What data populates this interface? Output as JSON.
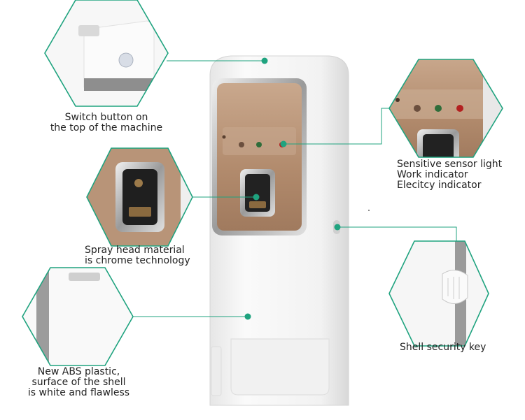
{
  "colors": {
    "accent": "#1fa37f",
    "device_body": "#f4f4f4",
    "window_tint": "#b08868",
    "chrome": "#c9c9c9"
  },
  "callouts": {
    "switch": {
      "lines": [
        "Switch button on",
        "the top of the machine"
      ]
    },
    "sensor": {
      "lines": [
        "Sensitive sensor light",
        "Work indicator",
        "Elecitcy indicator"
      ]
    },
    "spray": {
      "lines": [
        "Spray head material",
        "is chrome technology"
      ]
    },
    "key": {
      "lines": [
        "Shell security key"
      ]
    },
    "shell": {
      "lines": [
        "New ABS plastic,",
        "surface of the shell",
        "is white and flawless"
      ]
    }
  },
  "icons": {
    "switch_detail": "switch-button-icon",
    "sensor_detail": "indicator-lights-icon",
    "spray_detail": "spray-nozzle-icon",
    "key_detail": "security-key-icon",
    "shell_detail": "shell-surface-icon"
  }
}
